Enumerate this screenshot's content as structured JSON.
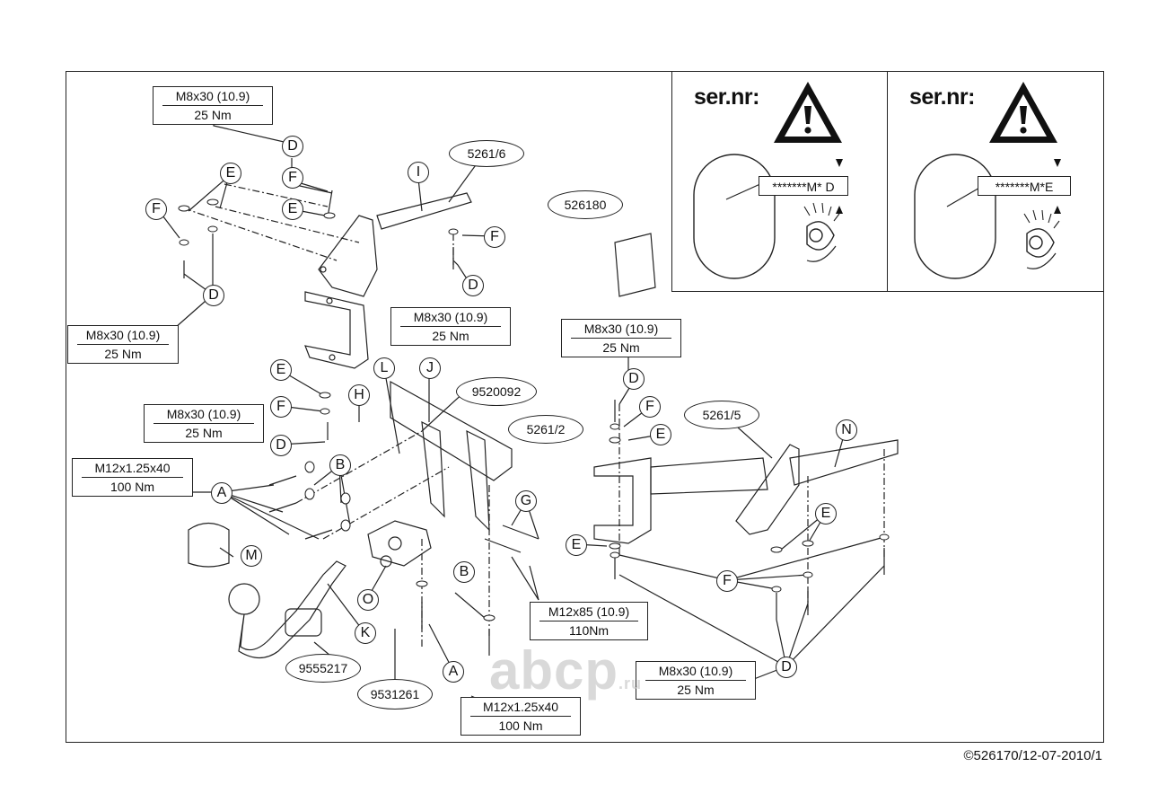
{
  "specs": {
    "top_left": {
      "line1": "M8x30 (10.9)",
      "line2": "25 Nm"
    },
    "left_mid": {
      "line1": "M8x30 (10.9)",
      "line2": "25 Nm"
    },
    "center_top": {
      "line1": "M8x30 (10.9)",
      "line2": "25 Nm"
    },
    "left_lower": {
      "line1": "M8x30 (10.9)",
      "line2": "25 Nm"
    },
    "m12_left": {
      "line1": "M12x1.25x40",
      "line2": "100 Nm"
    },
    "right_top": {
      "line1": "M8x30 (10.9)",
      "line2": "25 Nm"
    },
    "m12x85": {
      "line1": "M12x85 (10.9)",
      "line2": "110Nm"
    },
    "right_bottom": {
      "line1": "M8x30 (10.9)",
      "line2": "25 Nm"
    },
    "m12_bottom": {
      "line1": "M12x1.25x40",
      "line2": "100 Nm"
    }
  },
  "part_numbers": {
    "p5261_6": "5261/6",
    "p526180": "526180",
    "p9520092": "9520092",
    "p5261_2": "5261/2",
    "p5261_5": "5261/5",
    "p9555217": "9555217",
    "p9531261": "9531261"
  },
  "callouts": {
    "a": "A",
    "b": "B",
    "d": "D",
    "e": "E",
    "f": "F",
    "g": "G",
    "h": "H",
    "i": "I",
    "j": "J",
    "k": "K",
    "l": "L",
    "m": "M",
    "n": "N",
    "o": "O"
  },
  "serial_panels": {
    "label": "ser.nr:",
    "panel_d_code": "*******M* D",
    "panel_e_code": "*******M*E"
  },
  "watermark": {
    "main": "abcp",
    "suffix": ".ru"
  },
  "copyright": "©526170/12-07-2010/1"
}
